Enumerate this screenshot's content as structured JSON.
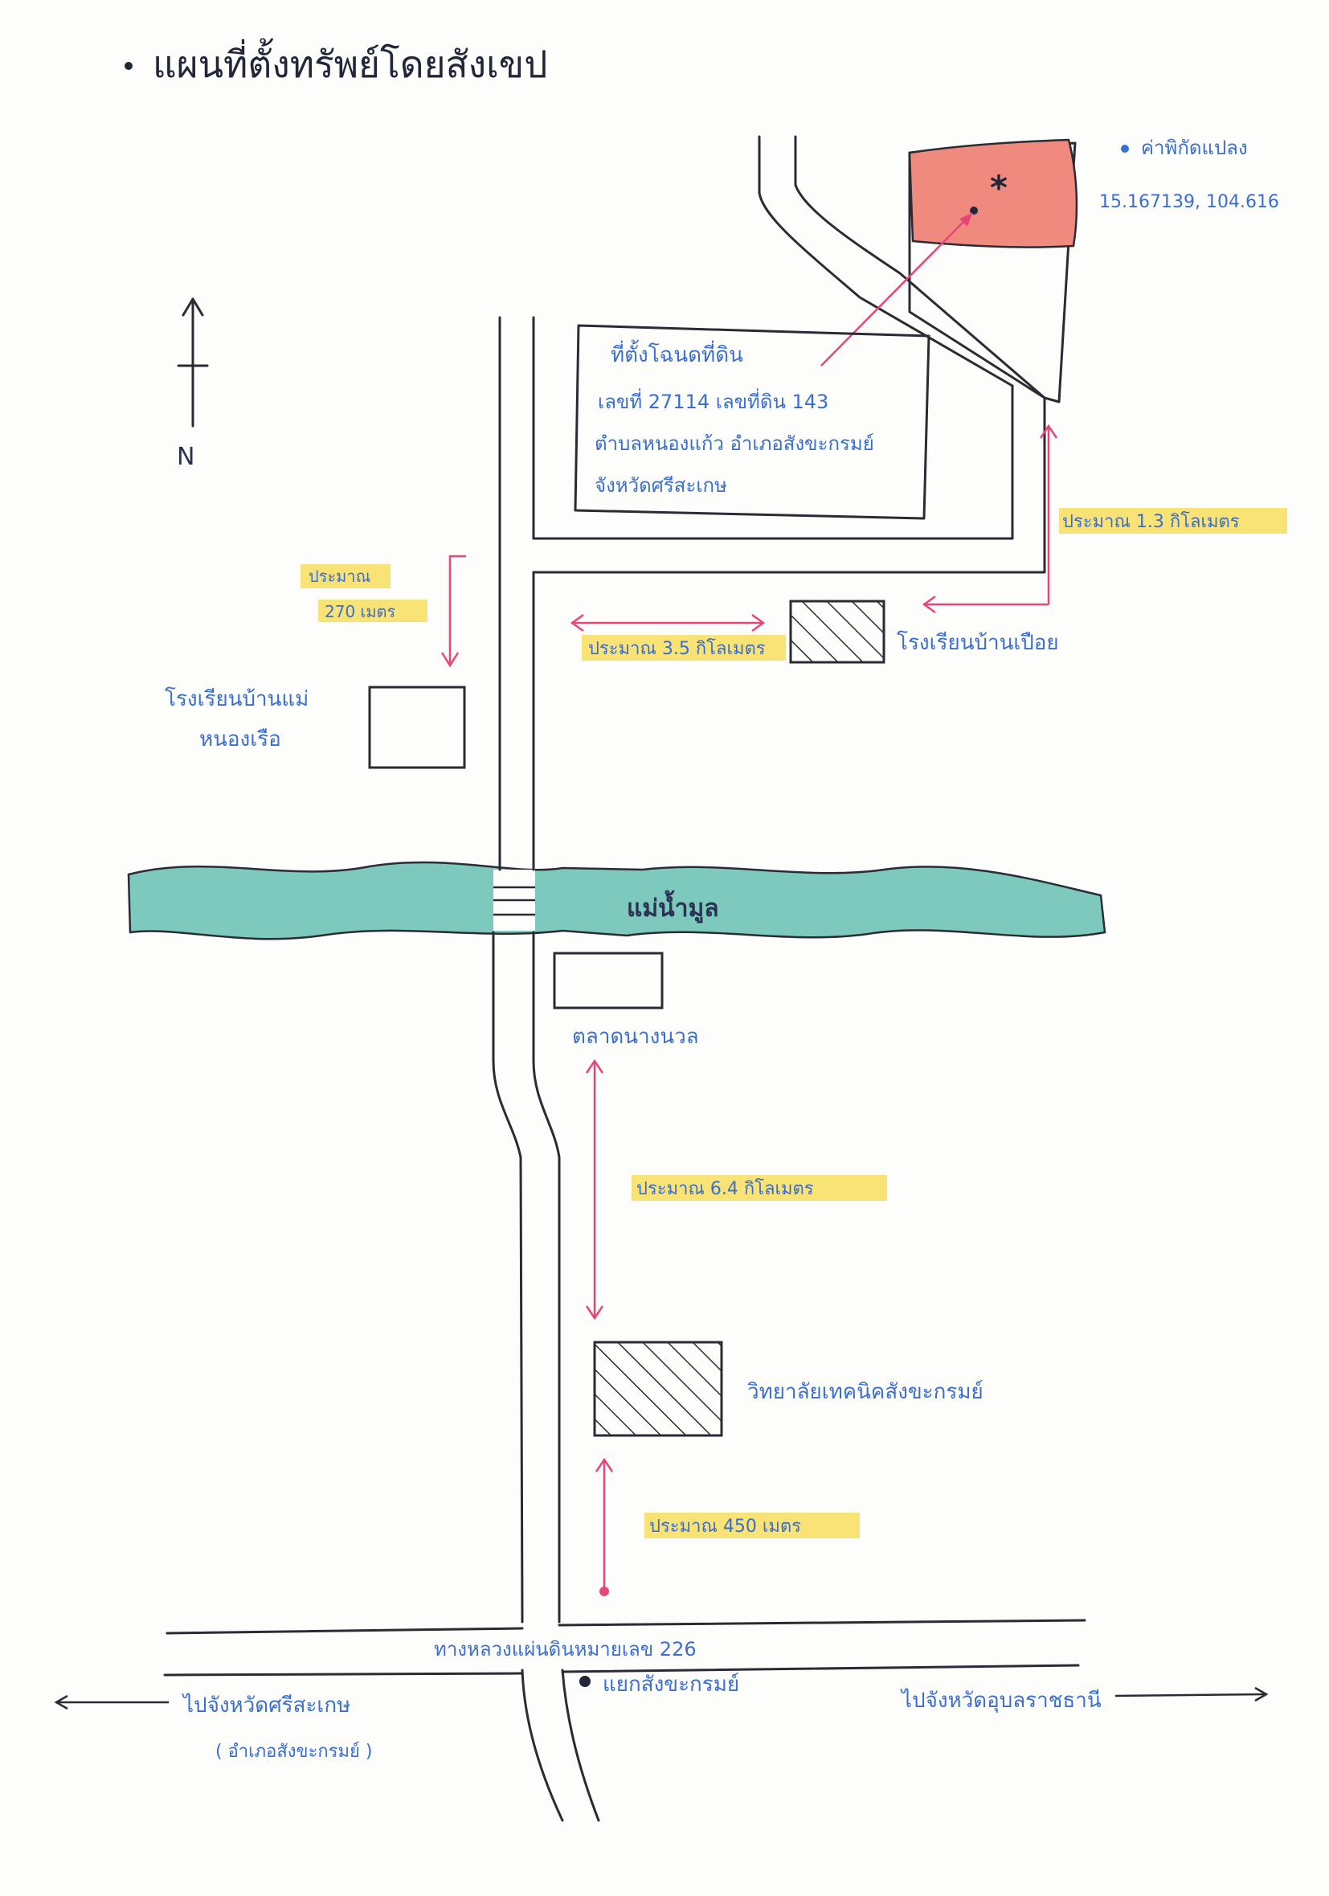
{
  "title": "แผนที่ตั้งทรัพย์โดยสังเขป",
  "north_label": "N",
  "coordinates": {
    "label": "ค่าพิกัดแปลง",
    "value": "15.167139, 104.616"
  },
  "land_info": {
    "line1": "ที่ตั้งโฉนดที่ดิน",
    "line2": "เลขที่ 27114   เลขที่ดิน 143",
    "line3": "ตำบลหนองแก้ว  อำเภอสังขะกรมย์",
    "line4": "จังหวัดศรีสะเกษ"
  },
  "distances": {
    "d_top_right": "ประมาณ 1.3 กิโลเมตร",
    "d_left_a": "ประมาณ",
    "d_left_b": "270 เมตร",
    "d_school_right": "ประมาณ 3.5 กิโลเมตร",
    "d_middle": "ประมาณ 6.4 กิโลเมตร",
    "d_bottom": "ประมาณ 450 เมตร"
  },
  "landmarks": {
    "school_right": "โรงเรียนบ้านเปือย",
    "school_left_a": "โรงเรียนบ้านแม่",
    "school_left_b": "หนองเรือ",
    "river": "แม่น้ำมูล",
    "market": "ตลาดนางนวล",
    "college": "วิทยาลัยเทคนิคสังขะกรมย์",
    "highway": "ทางหลวงแผ่นดินหมายเลข 226",
    "junction": "แยกสังขะกรมย์",
    "to_left_a": "ไปจังหวัดศรีสะเกษ",
    "to_left_b": "( อำเภอสังขะกรมย์ )",
    "to_right": "ไปจังหวัดอุบลราชธานี"
  },
  "colors": {
    "road": "#2b2b35",
    "river": "#7ec9bd",
    "parcel": "#f08a7e",
    "annotation": "#e8457a",
    "label_text": "#3a6fd0",
    "highlight": "#f7d84a"
  },
  "icons": {
    "north_arrow": "north-arrow-icon",
    "parcel_marker": "asterisk-icon",
    "junction_marker": "dot-icon"
  }
}
